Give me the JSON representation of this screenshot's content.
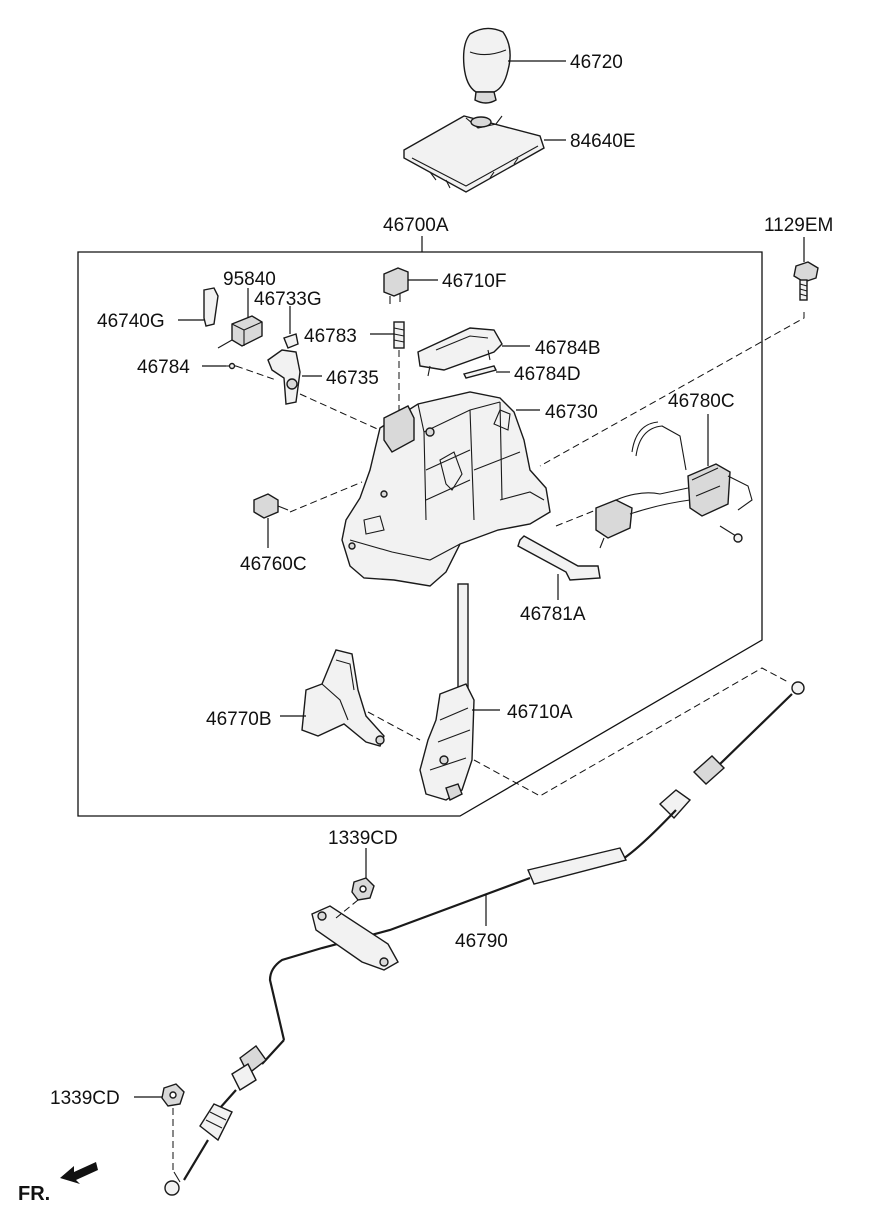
{
  "diagram": {
    "labels": {
      "p46720": "46720",
      "p84640E": "84640E",
      "p46700A": "46700A",
      "p1129EM": "1129EM",
      "p95840": "95840",
      "p46733G": "46733G",
      "p46740G": "46740G",
      "p46710F": "46710F",
      "p46783": "46783",
      "p46784B": "46784B",
      "p46784": "46784",
      "p46735": "46735",
      "p46784D": "46784D",
      "p46730": "46730",
      "p46780C": "46780C",
      "p46760C": "46760C",
      "p46781A": "46781A",
      "p46770B": "46770B",
      "p46710A": "46710A",
      "p1339CD_top": "1339CD",
      "p46790": "46790",
      "p1339CD_bottom": "1339CD"
    },
    "direction_marker": "FR."
  }
}
